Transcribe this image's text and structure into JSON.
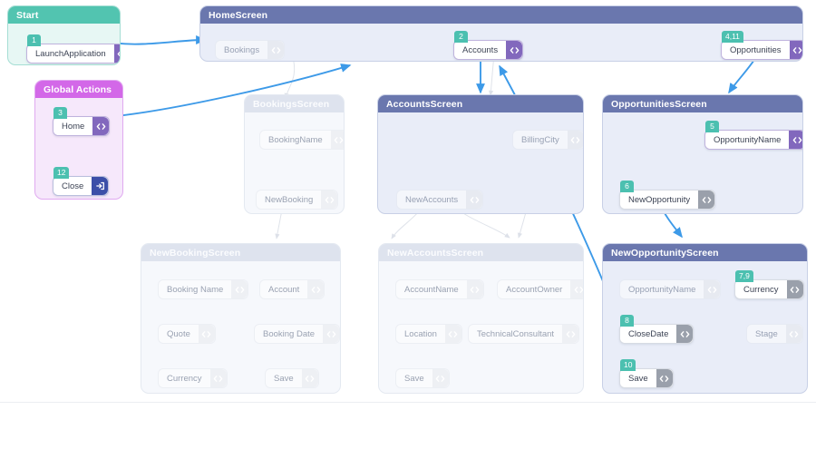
{
  "diagram": {
    "title": "App flow diagram",
    "colors": {
      "badge": "#4cc0b0",
      "active_chip": "#8268bd",
      "neutral_chip": "#9aa0ab",
      "close_chip": "#3c4fa8",
      "screen_header": "#6a77ae",
      "start_header": "#52c4b0",
      "global_header": "#d368e8",
      "arrow_active": "#3d9ae8",
      "arrow_faded": "#dfe3ea"
    },
    "icons": {
      "code": "code-icon",
      "exit": "exit-icon"
    }
  },
  "groups": [
    {
      "id": "start",
      "title": "Start",
      "nodes": [
        {
          "label": "LaunchApplication",
          "badge": "1",
          "icon": "code-icon",
          "state": "active"
        }
      ]
    },
    {
      "id": "global-actions",
      "title": "Global Actions",
      "nodes": [
        {
          "label": "Home",
          "badge": "3",
          "icon": "code-icon",
          "state": "active"
        },
        {
          "label": "Close",
          "badge": "12",
          "icon": "exit-icon",
          "state": "close"
        }
      ]
    },
    {
      "id": "home-screen",
      "title": "HomeScreen",
      "nodes": [
        {
          "label": "Bookings",
          "badge": "",
          "icon": "code-icon",
          "state": "faded"
        },
        {
          "label": "Accounts",
          "badge": "2",
          "icon": "code-icon",
          "state": "active"
        },
        {
          "label": "Opportunities",
          "badge": "4,11",
          "icon": "code-icon",
          "state": "active"
        }
      ]
    },
    {
      "id": "bookings-screen",
      "title": "BookingsScreen",
      "nodes": [
        {
          "label": "BookingName",
          "badge": "",
          "icon": "code-icon",
          "state": "faded"
        },
        {
          "label": "NewBooking",
          "badge": "",
          "icon": "code-icon",
          "state": "faded"
        }
      ]
    },
    {
      "id": "accounts-screen",
      "title": "AccountsScreen",
      "nodes": [
        {
          "label": "BillingCity",
          "badge": "",
          "icon": "code-icon",
          "state": "faded"
        },
        {
          "label": "NewAccounts",
          "badge": "",
          "icon": "code-icon",
          "state": "faded"
        }
      ]
    },
    {
      "id": "opportunities-screen",
      "title": "OpportunitiesScreen",
      "nodes": [
        {
          "label": "OpportunityName",
          "badge": "5",
          "icon": "code-icon",
          "state": "active"
        },
        {
          "label": "NewOpportunity",
          "badge": "6",
          "icon": "code-icon",
          "state": "neutral"
        }
      ]
    },
    {
      "id": "new-booking-screen",
      "title": "NewBookingScreen",
      "nodes": [
        {
          "label": "Booking Name",
          "badge": "",
          "icon": "code-icon",
          "state": "faded"
        },
        {
          "label": "Account",
          "badge": "",
          "icon": "code-icon",
          "state": "faded"
        },
        {
          "label": "Quote",
          "badge": "",
          "icon": "code-icon",
          "state": "faded"
        },
        {
          "label": "Booking Date",
          "badge": "",
          "icon": "code-icon",
          "state": "faded"
        },
        {
          "label": "Currency",
          "badge": "",
          "icon": "code-icon",
          "state": "faded"
        },
        {
          "label": "Save",
          "badge": "",
          "icon": "code-icon",
          "state": "faded"
        }
      ]
    },
    {
      "id": "new-accounts-screen",
      "title": "NewAccountsScreen",
      "nodes": [
        {
          "label": "AccountName",
          "badge": "",
          "icon": "code-icon",
          "state": "faded"
        },
        {
          "label": "AccountOwner",
          "badge": "",
          "icon": "code-icon",
          "state": "faded"
        },
        {
          "label": "Location",
          "badge": "",
          "icon": "code-icon",
          "state": "faded"
        },
        {
          "label": "TechnicalConsultant",
          "badge": "",
          "icon": "code-icon",
          "state": "faded"
        },
        {
          "label": "Save",
          "badge": "",
          "icon": "code-icon",
          "state": "faded"
        }
      ]
    },
    {
      "id": "new-opportunity-screen",
      "title": "NewOpportunityScreen",
      "nodes": [
        {
          "label": "OpportunityName",
          "badge": "",
          "icon": "code-icon",
          "state": "faded"
        },
        {
          "label": "Currency",
          "badge": "7,9",
          "icon": "code-icon",
          "state": "neutral"
        },
        {
          "label": "CloseDate",
          "badge": "8",
          "icon": "code-icon",
          "state": "neutral"
        },
        {
          "label": "Stage",
          "badge": "",
          "icon": "code-icon",
          "state": "faded"
        },
        {
          "label": "Save",
          "badge": "10",
          "icon": "code-icon",
          "state": "neutral"
        }
      ]
    }
  ]
}
